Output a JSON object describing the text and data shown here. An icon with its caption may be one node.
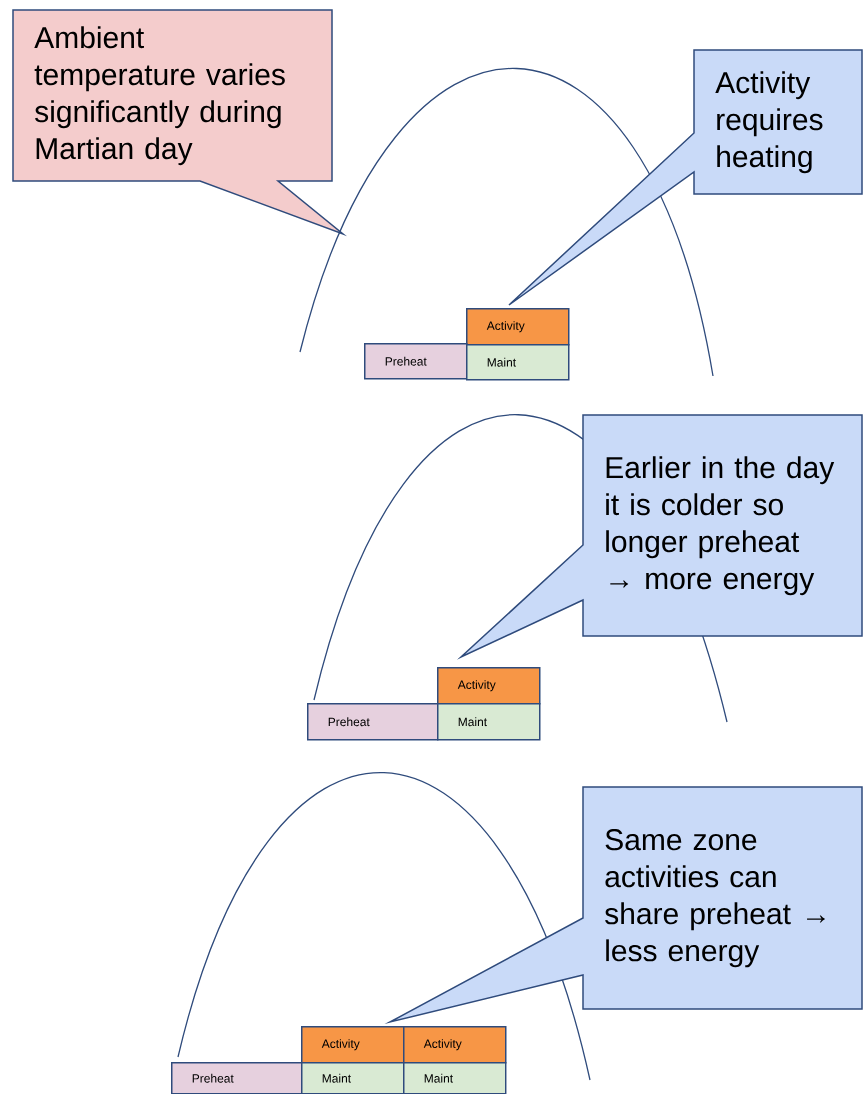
{
  "diagram": {
    "nodes": [
      {
        "text": [
          "Ambient temperature varies significantly during Martian day"
        ]
      },
      {
        "text": [
          "Activity requires heating"
        ]
      },
      {
        "text": [
          "Activity"
        ]
      },
      {
        "text": [
          "Preheat"
        ]
      },
      {
        "text": [
          "Maint"
        ]
      },
      {
        "text": [
          "Earlier in the day it is colder so longer preheat → more energy"
        ]
      },
      {
        "text": [
          "Activity"
        ]
      },
      {
        "text": [
          "Preheat"
        ]
      },
      {
        "text": [
          "Maint"
        ]
      },
      {
        "text": [
          "Same zone activities can share preheat → less energy"
        ]
      },
      {
        "text": [
          "Activity"
        ]
      },
      {
        "text": [
          "Activity"
        ]
      },
      {
        "text": [
          "Preheat"
        ]
      },
      {
        "text": [
          "Maint"
        ]
      },
      {
        "text": [
          "Maint"
        ]
      }
    ]
  }
}
